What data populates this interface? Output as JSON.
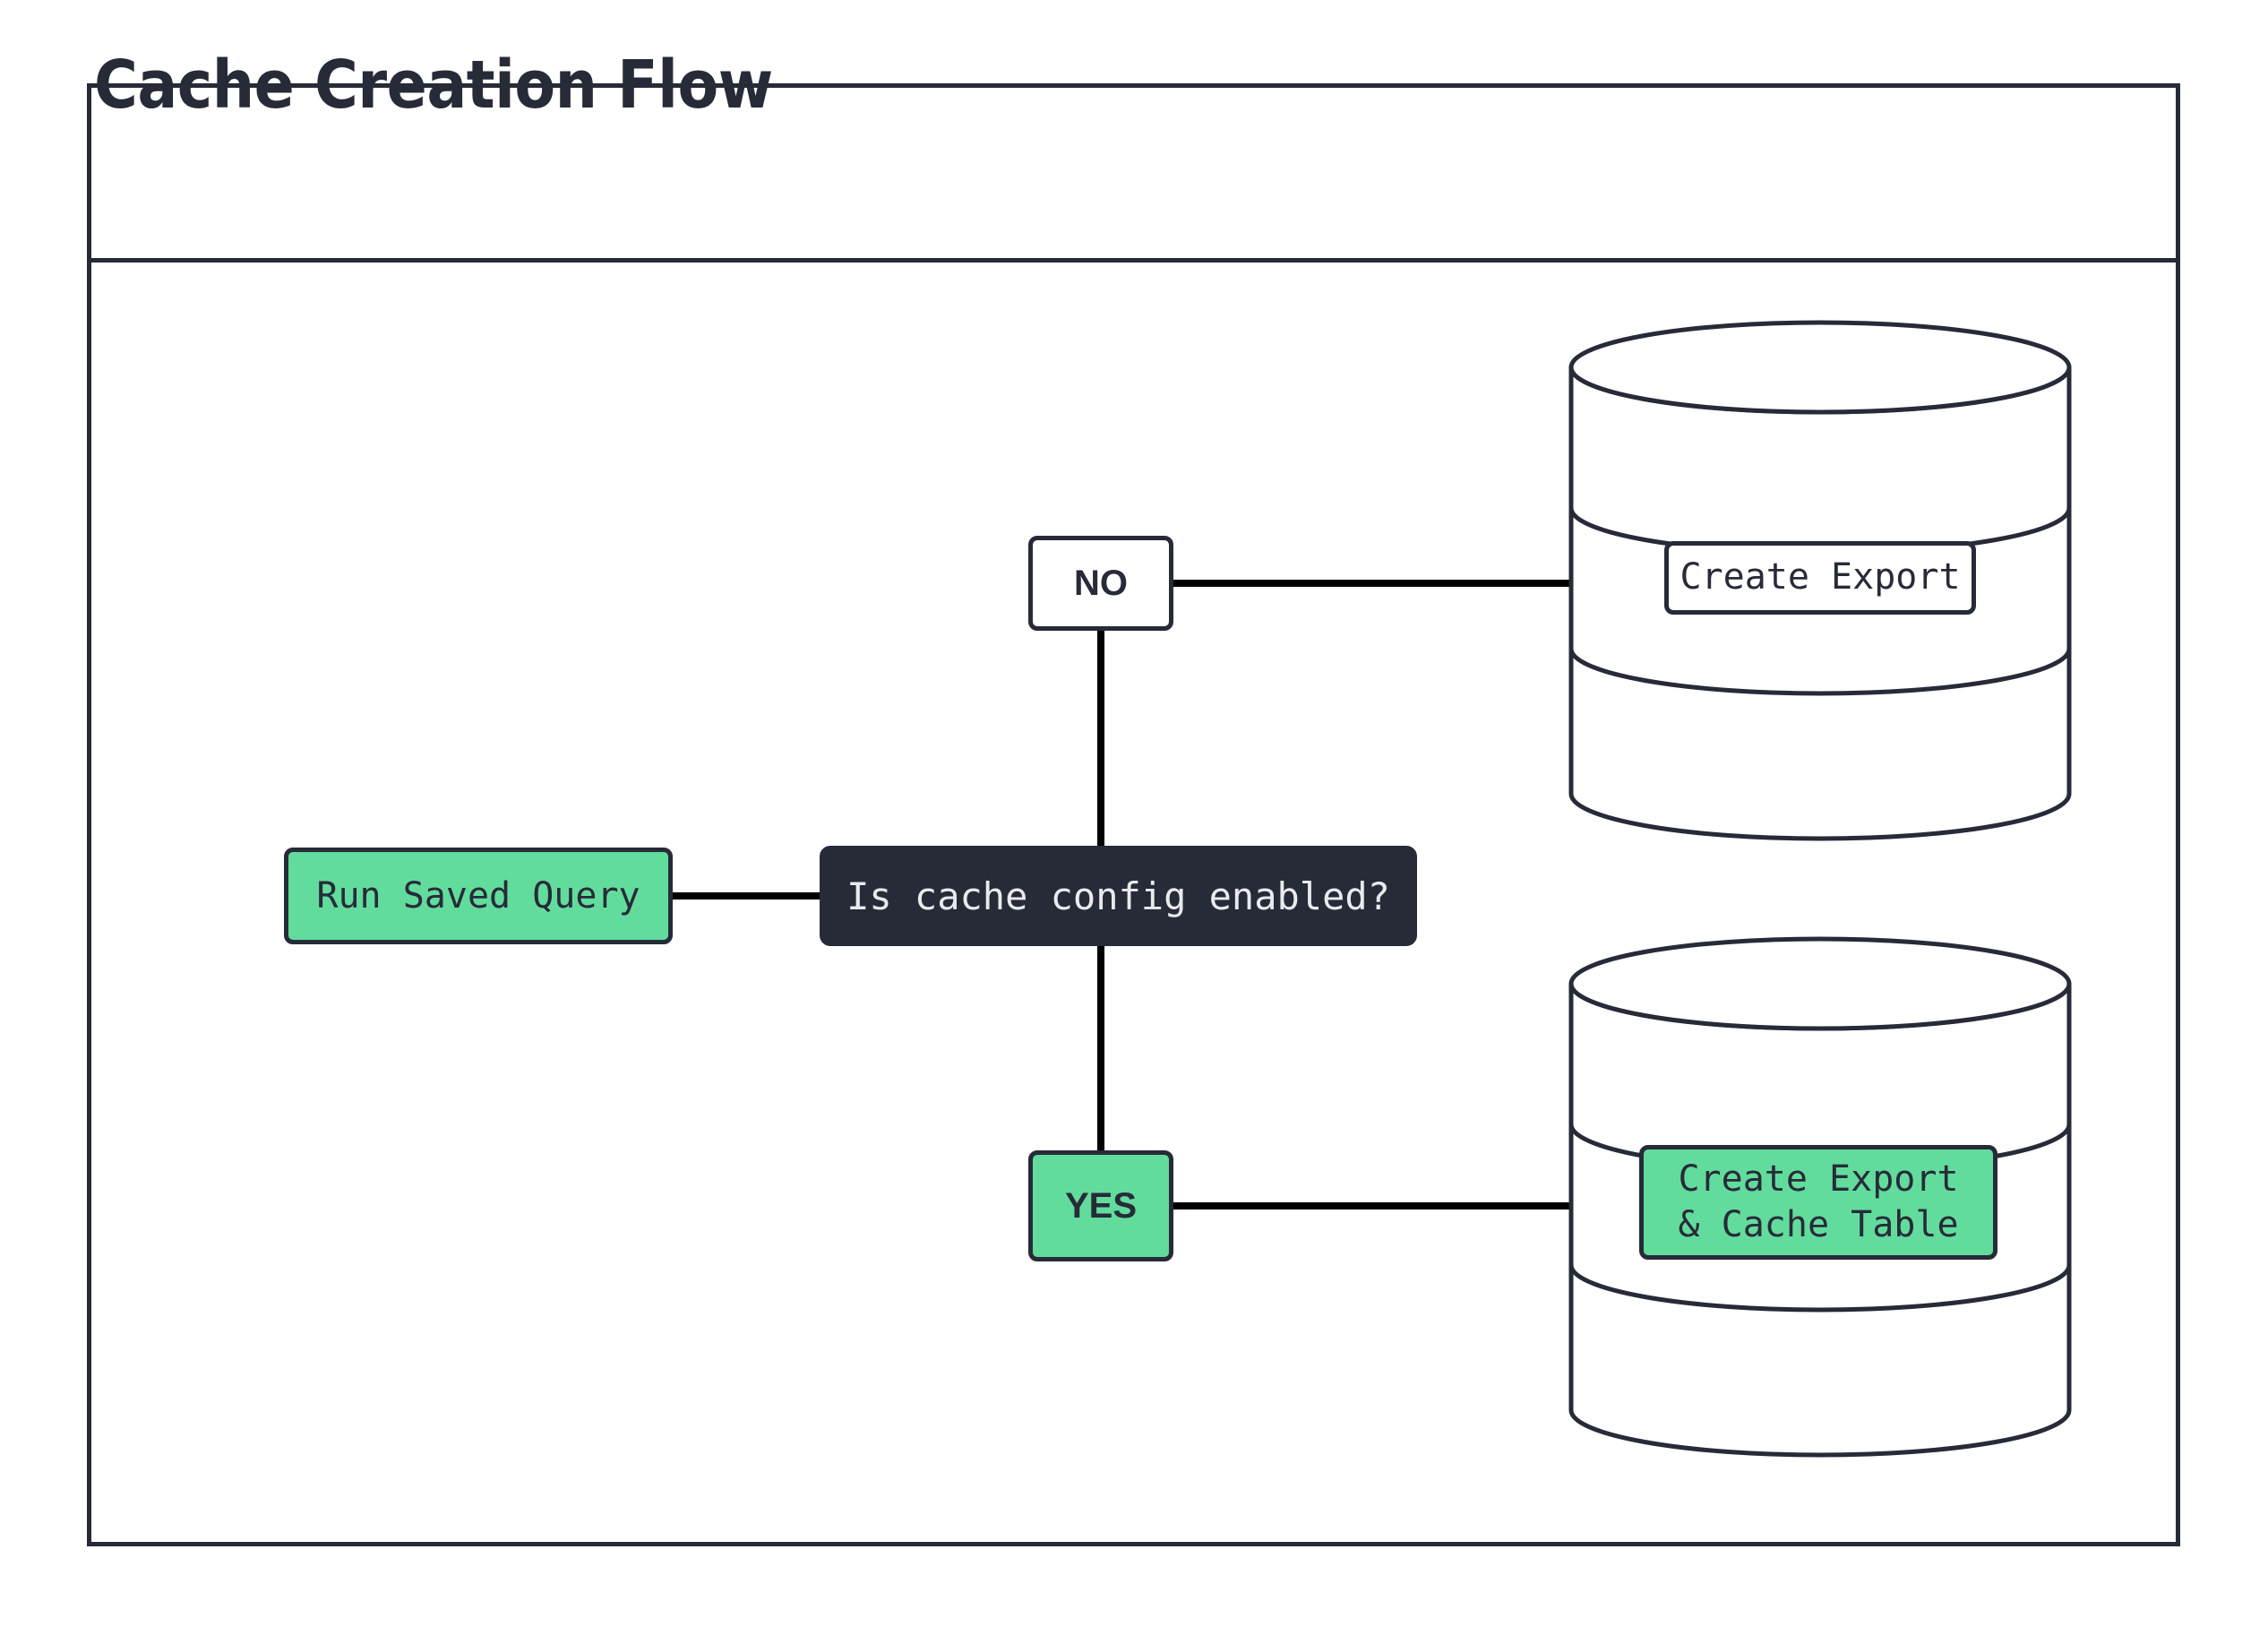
{
  "diagram": {
    "title": "Cache Creation Flow",
    "type": "flowchart",
    "colors": {
      "accent_green": "#62dc9d",
      "dark_navy": "#272b38",
      "stroke": "#000000",
      "background": "#ffffff"
    },
    "nodes": [
      {
        "id": "run-saved-query",
        "label": "Run Saved Query",
        "shape": "rounded-rect",
        "fill": "#62dc9d",
        "text_color": "#272b38"
      },
      {
        "id": "decision",
        "label": "Is cache config enabled?",
        "shape": "rounded-rect",
        "fill": "#272b38",
        "text_color": "#e9eaee"
      },
      {
        "id": "no",
        "label": "NO",
        "shape": "rounded-rect",
        "fill": "#ffffff",
        "text_color": "#272b38"
      },
      {
        "id": "yes",
        "label": "YES",
        "shape": "rounded-rect",
        "fill": "#62dc9d",
        "text_color": "#272b38"
      },
      {
        "id": "database-export",
        "label": "Create Export",
        "shape": "cylinder",
        "fill": "#ffffff",
        "text_color": "#272b38"
      },
      {
        "id": "database-export-cache",
        "label": "Create Export\n& Cache Table",
        "shape": "cylinder",
        "fill": "#62dc9d",
        "text_color": "#272b38"
      }
    ],
    "edges": [
      {
        "from": "run-saved-query",
        "to": "decision",
        "label": ""
      },
      {
        "from": "decision",
        "to": "no",
        "label": ""
      },
      {
        "from": "decision",
        "to": "yes",
        "label": ""
      },
      {
        "from": "no",
        "to": "database-export",
        "label": ""
      },
      {
        "from": "yes",
        "to": "database-export-cache",
        "label": ""
      }
    ]
  }
}
